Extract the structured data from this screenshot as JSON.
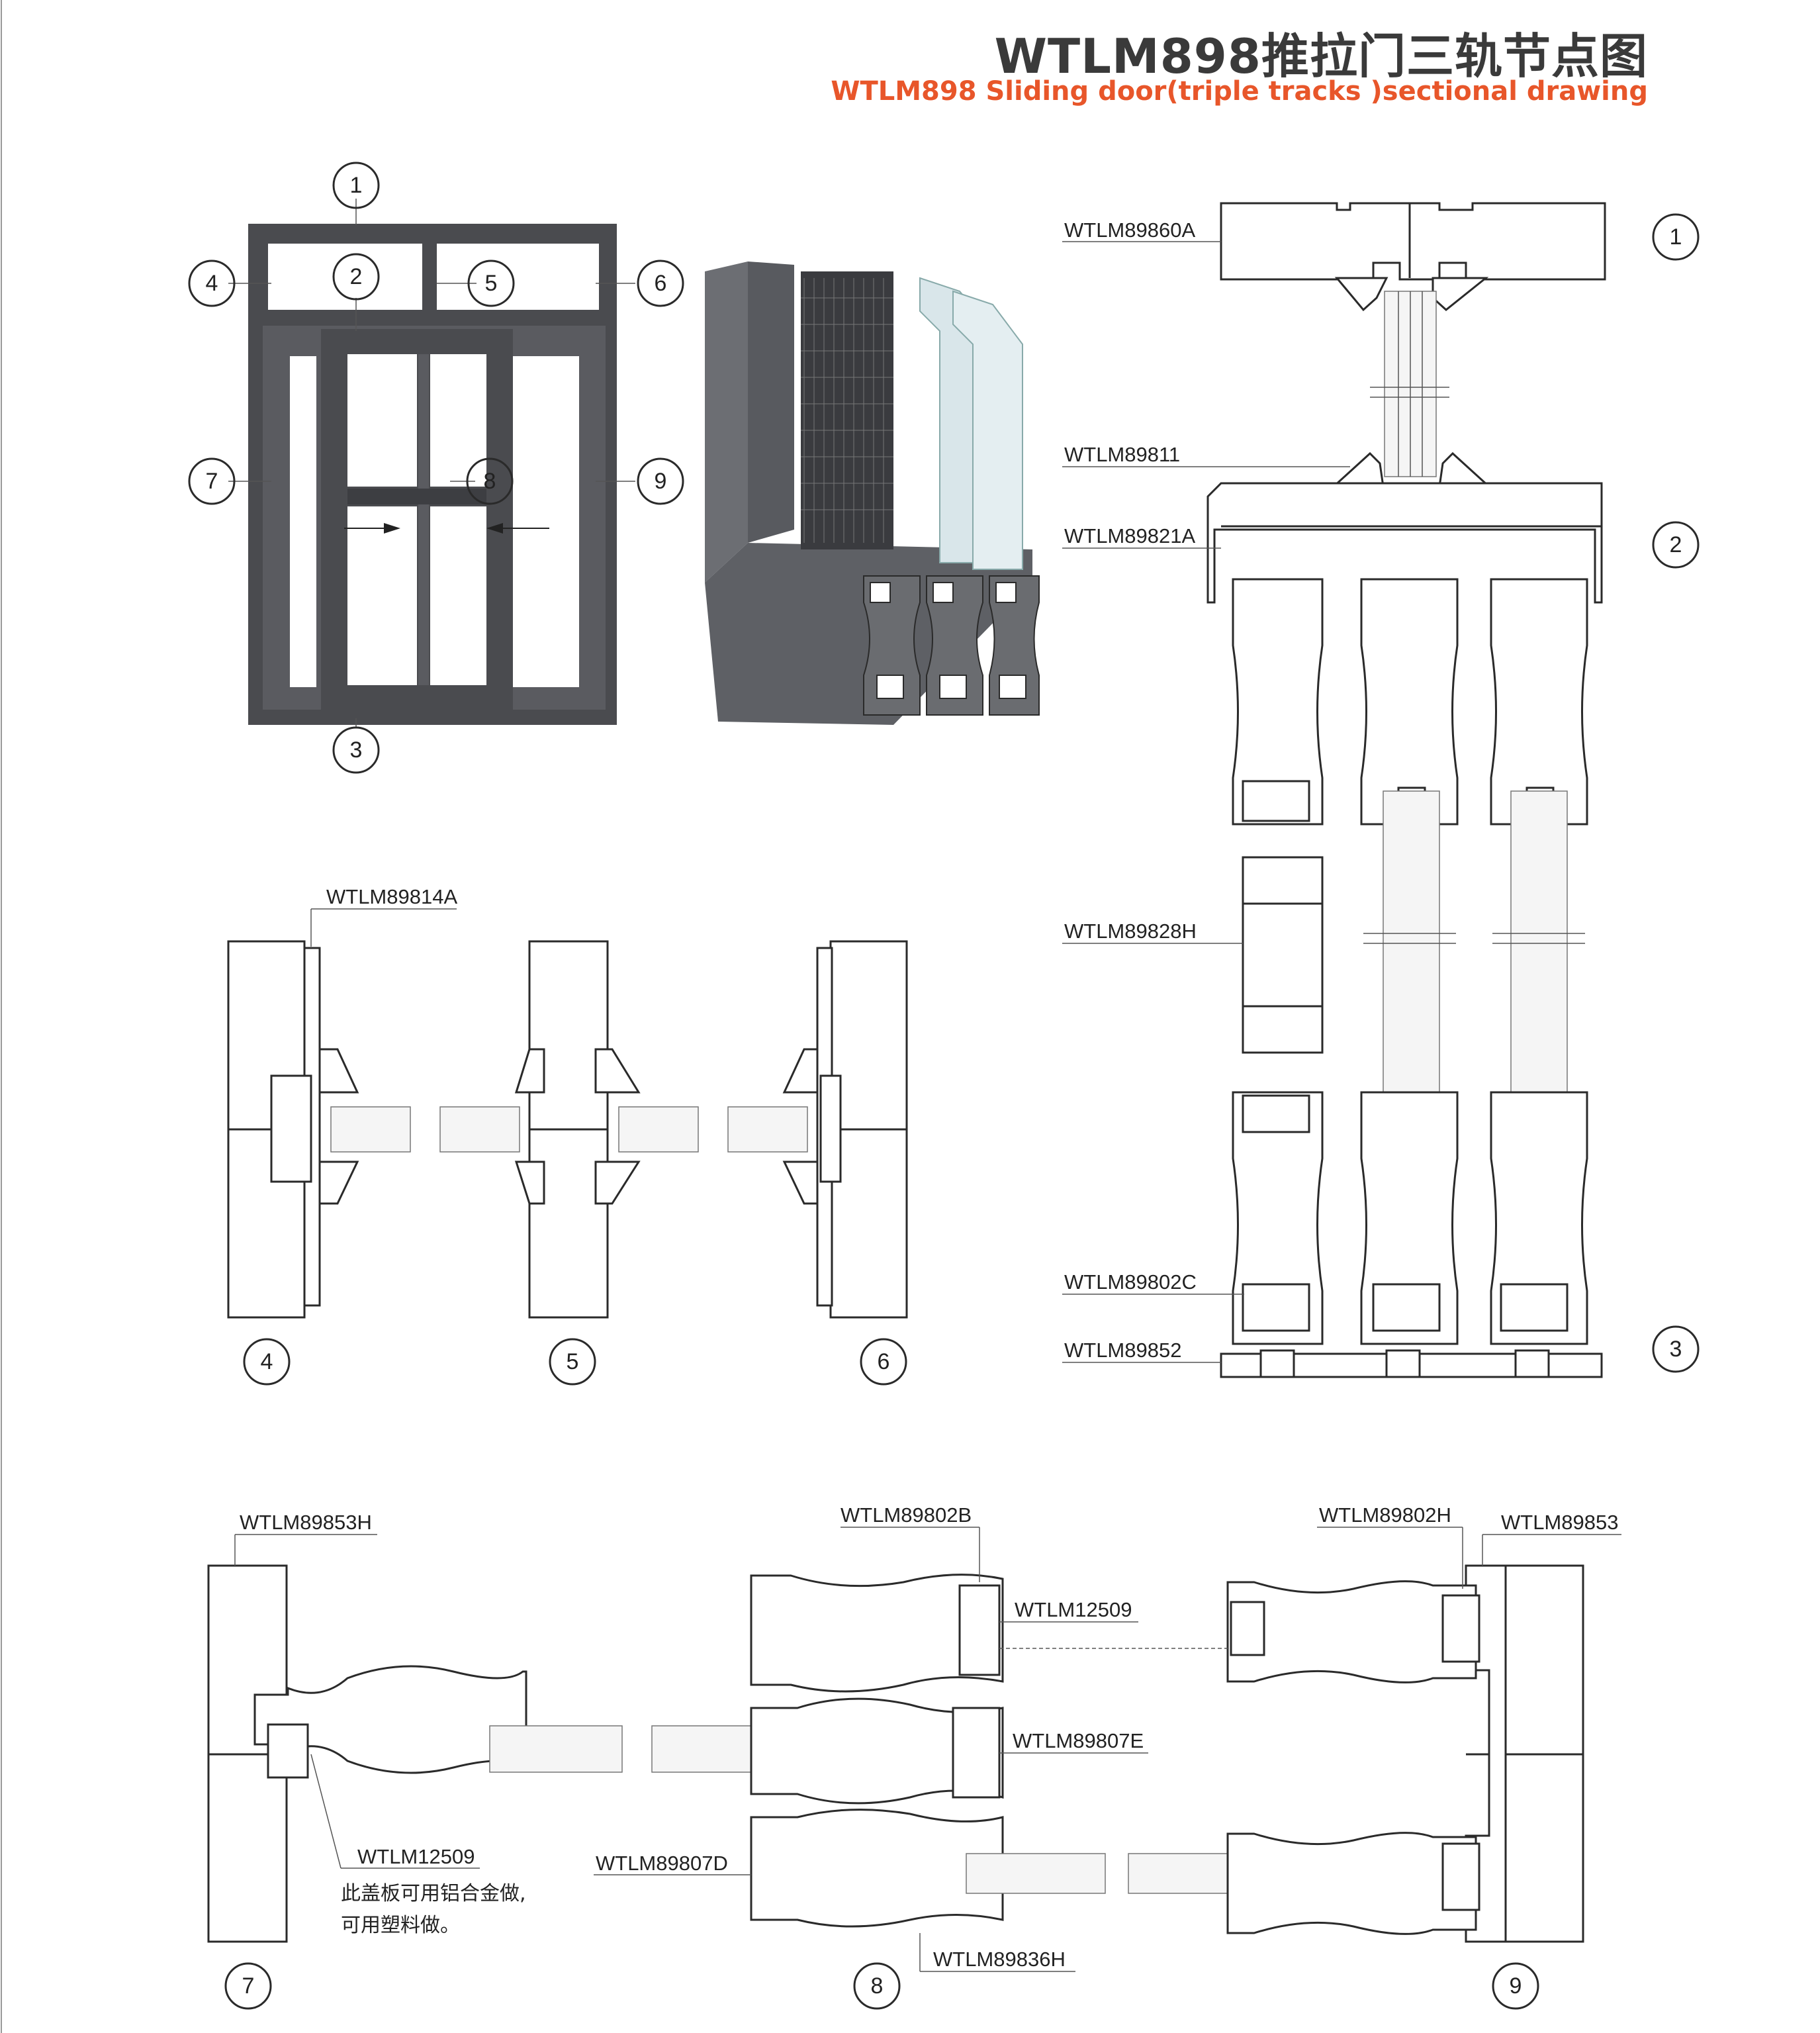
{
  "title": {
    "cn": "WTLM898推拉门三轨节点图",
    "en": "WTLM898 Sliding door(triple tracks )sectional drawing"
  },
  "colors": {
    "title_cn": "#3a3a3a",
    "title_en": "#e8562a",
    "frame": "#4a4b4f",
    "line": "#2a2a2a"
  },
  "elevation_callouts": [
    "1",
    "2",
    "3",
    "4",
    "5",
    "6",
    "7",
    "8",
    "9"
  ],
  "vertical_section": {
    "labels": [
      "WTLM89860A",
      "WTLM89811",
      "WTLM89821A",
      "WTLM89828H",
      "WTLM89802C",
      "WTLM89852"
    ],
    "markers": [
      "1",
      "2",
      "3"
    ]
  },
  "transom_sections": {
    "labels": [
      "WTLM89814A"
    ],
    "markers": [
      "4",
      "5",
      "6"
    ]
  },
  "horizontal_section": {
    "labels": [
      "WTLM89853H",
      "WTLM12509",
      "WTLM89802B",
      "WTLM12509",
      "WTLM89807E",
      "WTLM89807D",
      "WTLM89836H",
      "WTLM89802H",
      "WTLM89853"
    ],
    "note_line1": "此盖板可用铝合金做,",
    "note_line2": "可用塑料做。",
    "markers": [
      "7",
      "8",
      "9"
    ]
  }
}
